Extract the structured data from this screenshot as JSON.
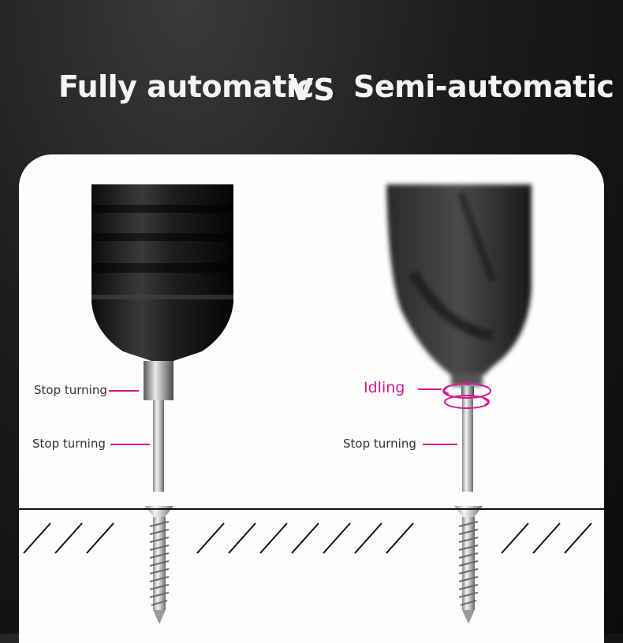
{
  "header": {
    "left_title": "Fully automatic",
    "vs": "VS",
    "right_title": "Semi-automatic"
  },
  "left_panel": {
    "label_top": "Stop turning",
    "label_bottom": "Stop turning"
  },
  "right_panel": {
    "label_idle": "Idling",
    "label_bottom": "Stop turning"
  },
  "colors": {
    "accent": "#d21b8f",
    "panel": "#fdfdfd",
    "background": "#151515"
  }
}
